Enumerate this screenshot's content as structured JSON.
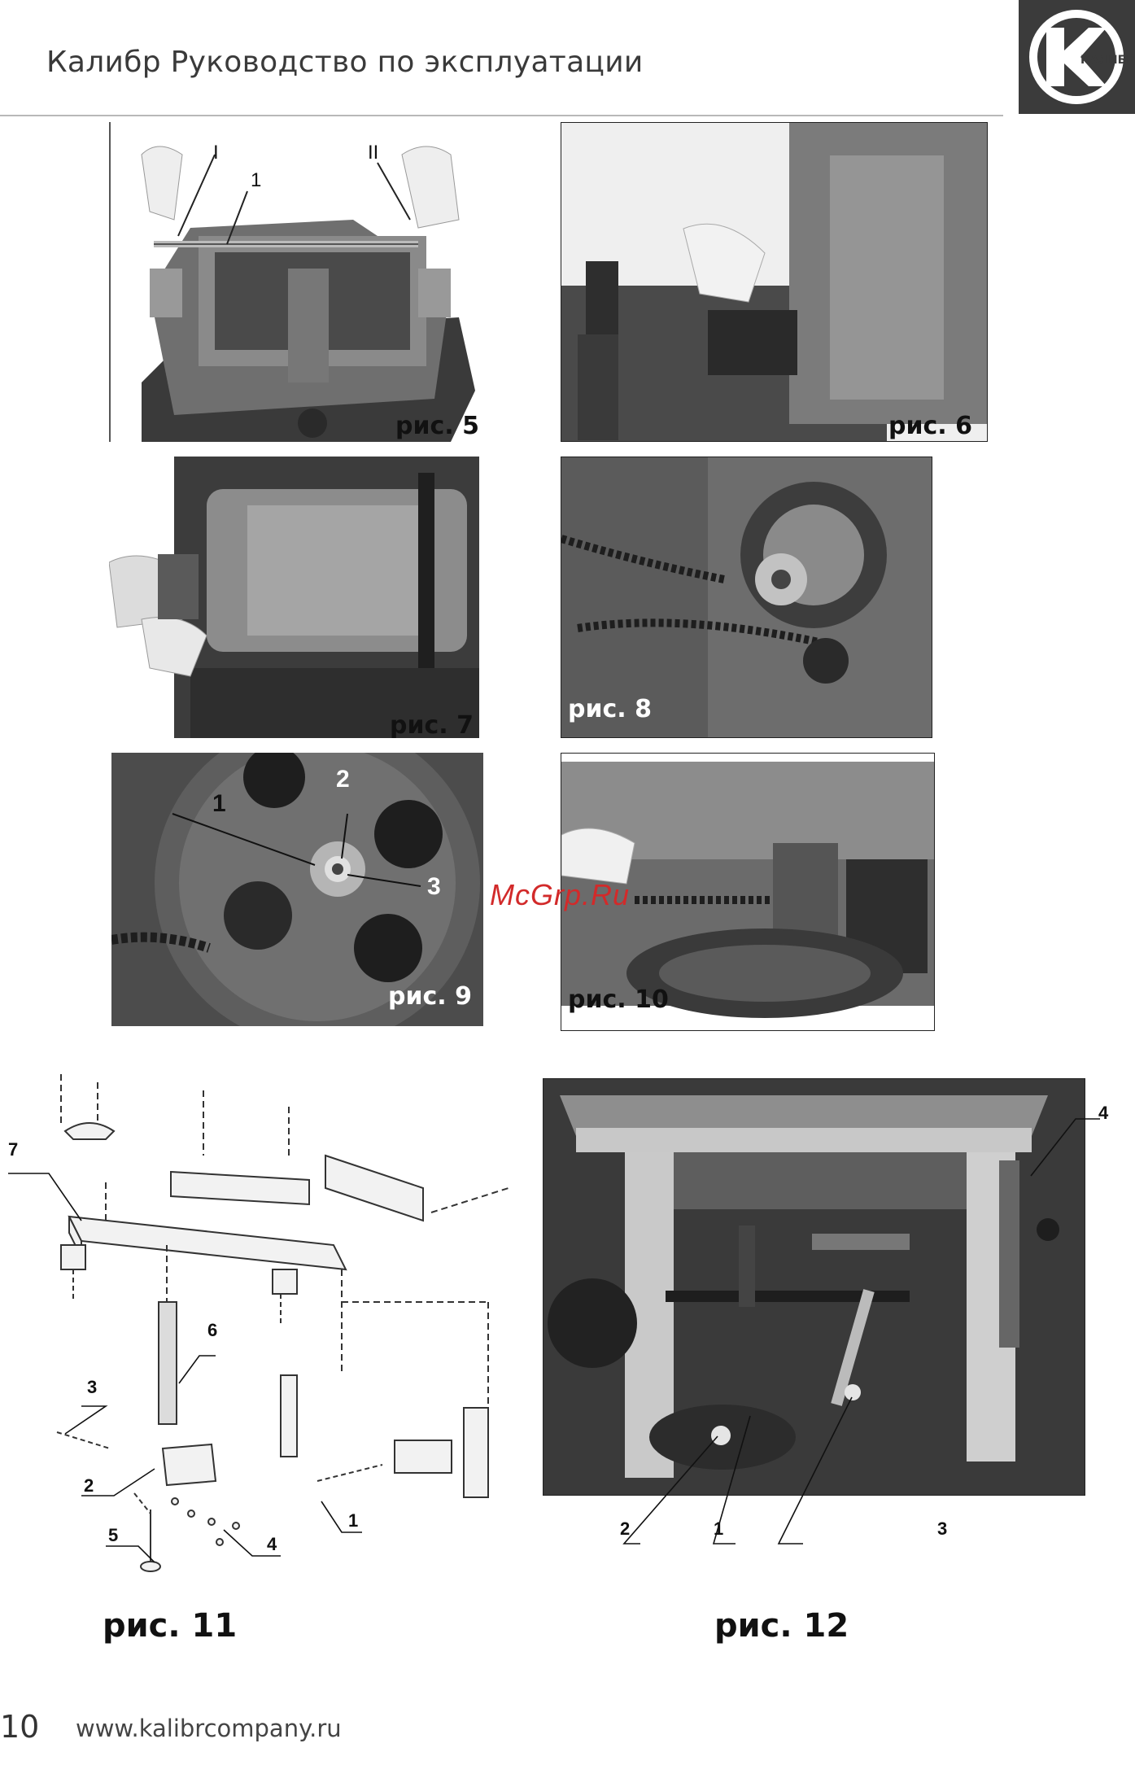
{
  "header": {
    "title": "Калибр Руководство по эксплуатации",
    "logo_text": "КАЛИБР"
  },
  "watermark": "McGrp.Ru",
  "figures": {
    "fig5": {
      "label": "рис. 5",
      "callouts": [
        "I",
        "1",
        "II"
      ]
    },
    "fig6": {
      "label": "рис. 6"
    },
    "fig7": {
      "label": "рис. 7"
    },
    "fig8": {
      "label": "рис. 8"
    },
    "fig9": {
      "label": "рис. 9",
      "callouts": [
        "1",
        "2",
        "3"
      ]
    },
    "fig10": {
      "label": "рис. 10"
    },
    "fig11": {
      "label": "рис. 11",
      "callouts": [
        "7",
        "6",
        "3",
        "2",
        "5",
        "4",
        "1"
      ]
    },
    "fig12": {
      "label": "рис. 12",
      "callouts": [
        "4",
        "2",
        "1",
        "3"
      ]
    }
  },
  "footer": {
    "page_number": "10",
    "url": "www.kalibrcompany.ru"
  }
}
